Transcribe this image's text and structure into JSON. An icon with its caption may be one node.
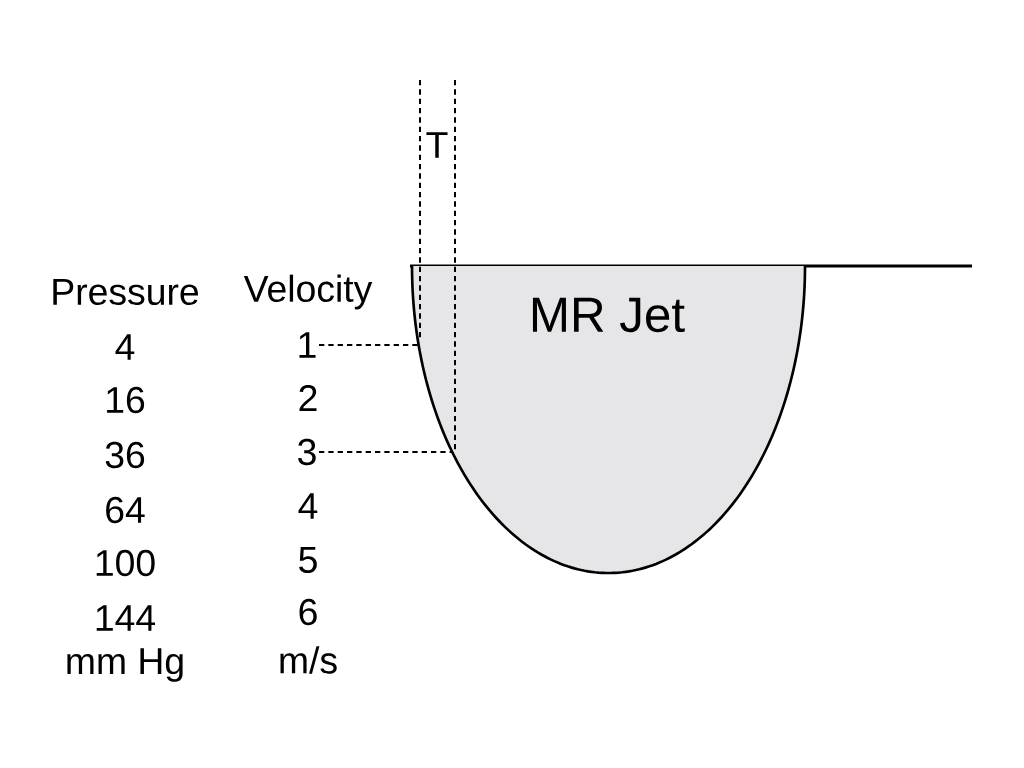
{
  "diagram": {
    "nodes": [
      {
        "text": [
          "MR Jet"
        ]
      },
      {
        "text": [
          "1"
        ]
      },
      {
        "text": [
          "3"
        ]
      }
    ],
    "edges": [
      {
        "from": 1,
        "to": 0,
        "arrow": "none",
        "style": "dashed"
      },
      {
        "from": 2,
        "to": 0,
        "arrow": "none",
        "style": "dashed"
      }
    ],
    "labels": [
      "T",
      "Pressure",
      "Velocity",
      "4",
      "16",
      "2",
      "36",
      "64",
      "4",
      "100",
      "5",
      "144",
      "6",
      "mm Hg",
      "m/s"
    ]
  }
}
